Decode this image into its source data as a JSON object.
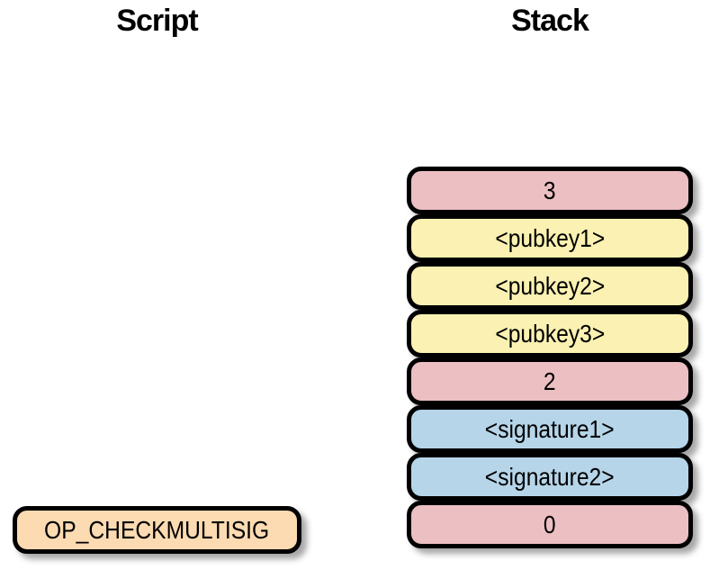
{
  "script": {
    "title": "Script",
    "items": [
      {
        "label": "OP_CHECKMULTISIG",
        "color": "peach"
      }
    ]
  },
  "stack": {
    "title": "Stack",
    "items": [
      {
        "label": "3",
        "color": "pink"
      },
      {
        "label": "<pubkey1>",
        "color": "yellow"
      },
      {
        "label": "<pubkey2>",
        "color": "yellow"
      },
      {
        "label": "<pubkey3>",
        "color": "yellow"
      },
      {
        "label": "2",
        "color": "pink"
      },
      {
        "label": "<signature1>",
        "color": "blue"
      },
      {
        "label": "<signature2>",
        "color": "blue"
      },
      {
        "label": "0",
        "color": "pink"
      }
    ]
  },
  "colors": {
    "pink": "#ECBFC3",
    "yellow": "#FAF1B2",
    "blue": "#B6D5E9",
    "peach": "#FCDBB2",
    "border": "#000000",
    "background": "#FFFFFF"
  }
}
